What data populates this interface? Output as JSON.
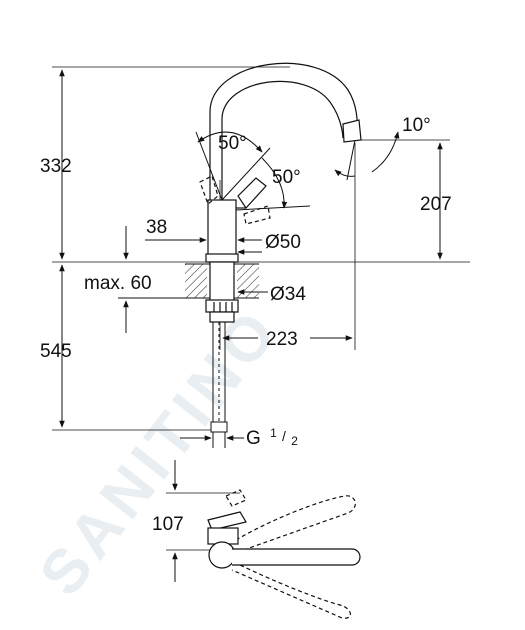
{
  "watermark": "SANITINO",
  "dimensions": {
    "total_height": "332",
    "spout_height": "207",
    "spout_tilt": "10°",
    "swivel_angle_top": "50°",
    "swivel_angle_side": "50°",
    "lever_offset": "38",
    "base_diameter": "Ø50",
    "max_thickness": "max. 60",
    "hole_diameter": "Ø34",
    "spout_reach": "223",
    "hose_length": "545",
    "connection_main": "G",
    "connection_fraction_num": "1",
    "connection_fraction_den": "2",
    "plan_depth": "107"
  },
  "colors": {
    "line": "#111111",
    "watermark": "#e8eef2"
  }
}
